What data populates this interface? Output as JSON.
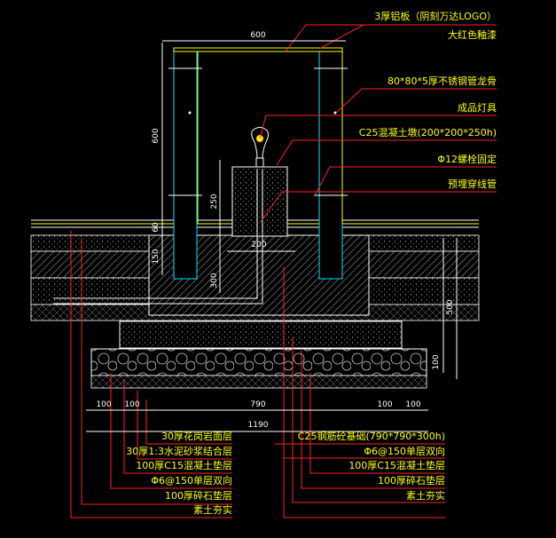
{
  "right_labels": [
    "3厚铝板（阴刻万达LOGO）",
    "大红色釉漆",
    "80*80*5厚不锈钢管龙骨",
    "成品灯具",
    "C25混凝土墩(200*200*250h)",
    "Φ12螺栓固定",
    "预埋穿线管"
  ],
  "bottom_left_labels": [
    "30厚花岗岩面层",
    "30厚1:3水泥砂浆结合层",
    "100厚C15混凝土垫层",
    "Φ6@150单层双向",
    "100厚碎石垫层",
    "素土夯实"
  ],
  "bottom_right_labels": [
    "C25钢筋砼基础(790*790*300h)",
    "Φ6@150单层双向",
    "100厚C15混凝土垫层",
    "100厚碎石垫层",
    "素土夯实"
  ],
  "dimensions": {
    "top_width": "600",
    "frame_height": "600",
    "h60": "60",
    "h150": "150",
    "h250": "250",
    "h300": "300",
    "w200": "200",
    "h500": "500",
    "h100": "100",
    "b100a": "100",
    "b100b": "100",
    "b790": "790",
    "b100c": "100",
    "b100d": "100",
    "b1190": "1190"
  },
  "colors": {
    "background": "#000000",
    "leader": "#ff2222",
    "label": "#ffff00",
    "dimension": "#ffffff",
    "surface": "#ffff00",
    "post": "#00e5ff"
  }
}
